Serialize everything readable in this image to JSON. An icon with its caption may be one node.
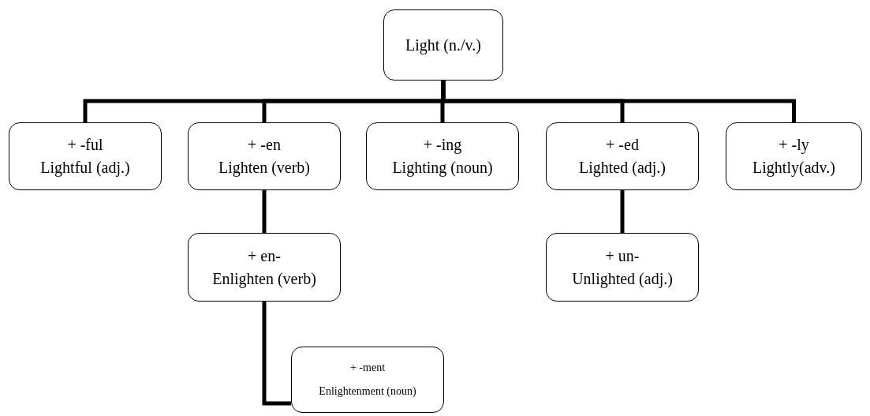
{
  "diagram": {
    "nodes": [
      {
        "text": [
          "Light (n./v.)"
        ]
      },
      {
        "text": [
          "+ -ful",
          "Lightful (adj.)"
        ]
      },
      {
        "text": [
          "+ -en",
          "Lighten (verb)"
        ]
      },
      {
        "text": [
          "+ -ing",
          "Lighting (noun)"
        ]
      },
      {
        "text": [
          "+ -ed",
          "Lighted (adj.)"
        ]
      },
      {
        "text": [
          "+ -ly",
          "Lightly(adv.)"
        ]
      },
      {
        "text": [
          "+ en-",
          "Enlighten (verb)"
        ]
      },
      {
        "text": [
          "+ un-",
          "Unlighted (adj.)"
        ]
      },
      {
        "text": [
          "+ -ment",
          "Enlightenment (noun)"
        ]
      }
    ],
    "edges": [
      {
        "from": 0,
        "to": 1,
        "arrow": "none"
      },
      {
        "from": 0,
        "to": 2,
        "arrow": "none"
      },
      {
        "from": 0,
        "to": 3,
        "arrow": "none"
      },
      {
        "from": 0,
        "to": 4,
        "arrow": "none"
      },
      {
        "from": 0,
        "to": 5,
        "arrow": "none"
      },
      {
        "from": 2,
        "to": 6,
        "arrow": "none"
      },
      {
        "from": 4,
        "to": 7,
        "arrow": "none"
      },
      {
        "from": 6,
        "to": 8,
        "arrow": "none"
      }
    ]
  }
}
